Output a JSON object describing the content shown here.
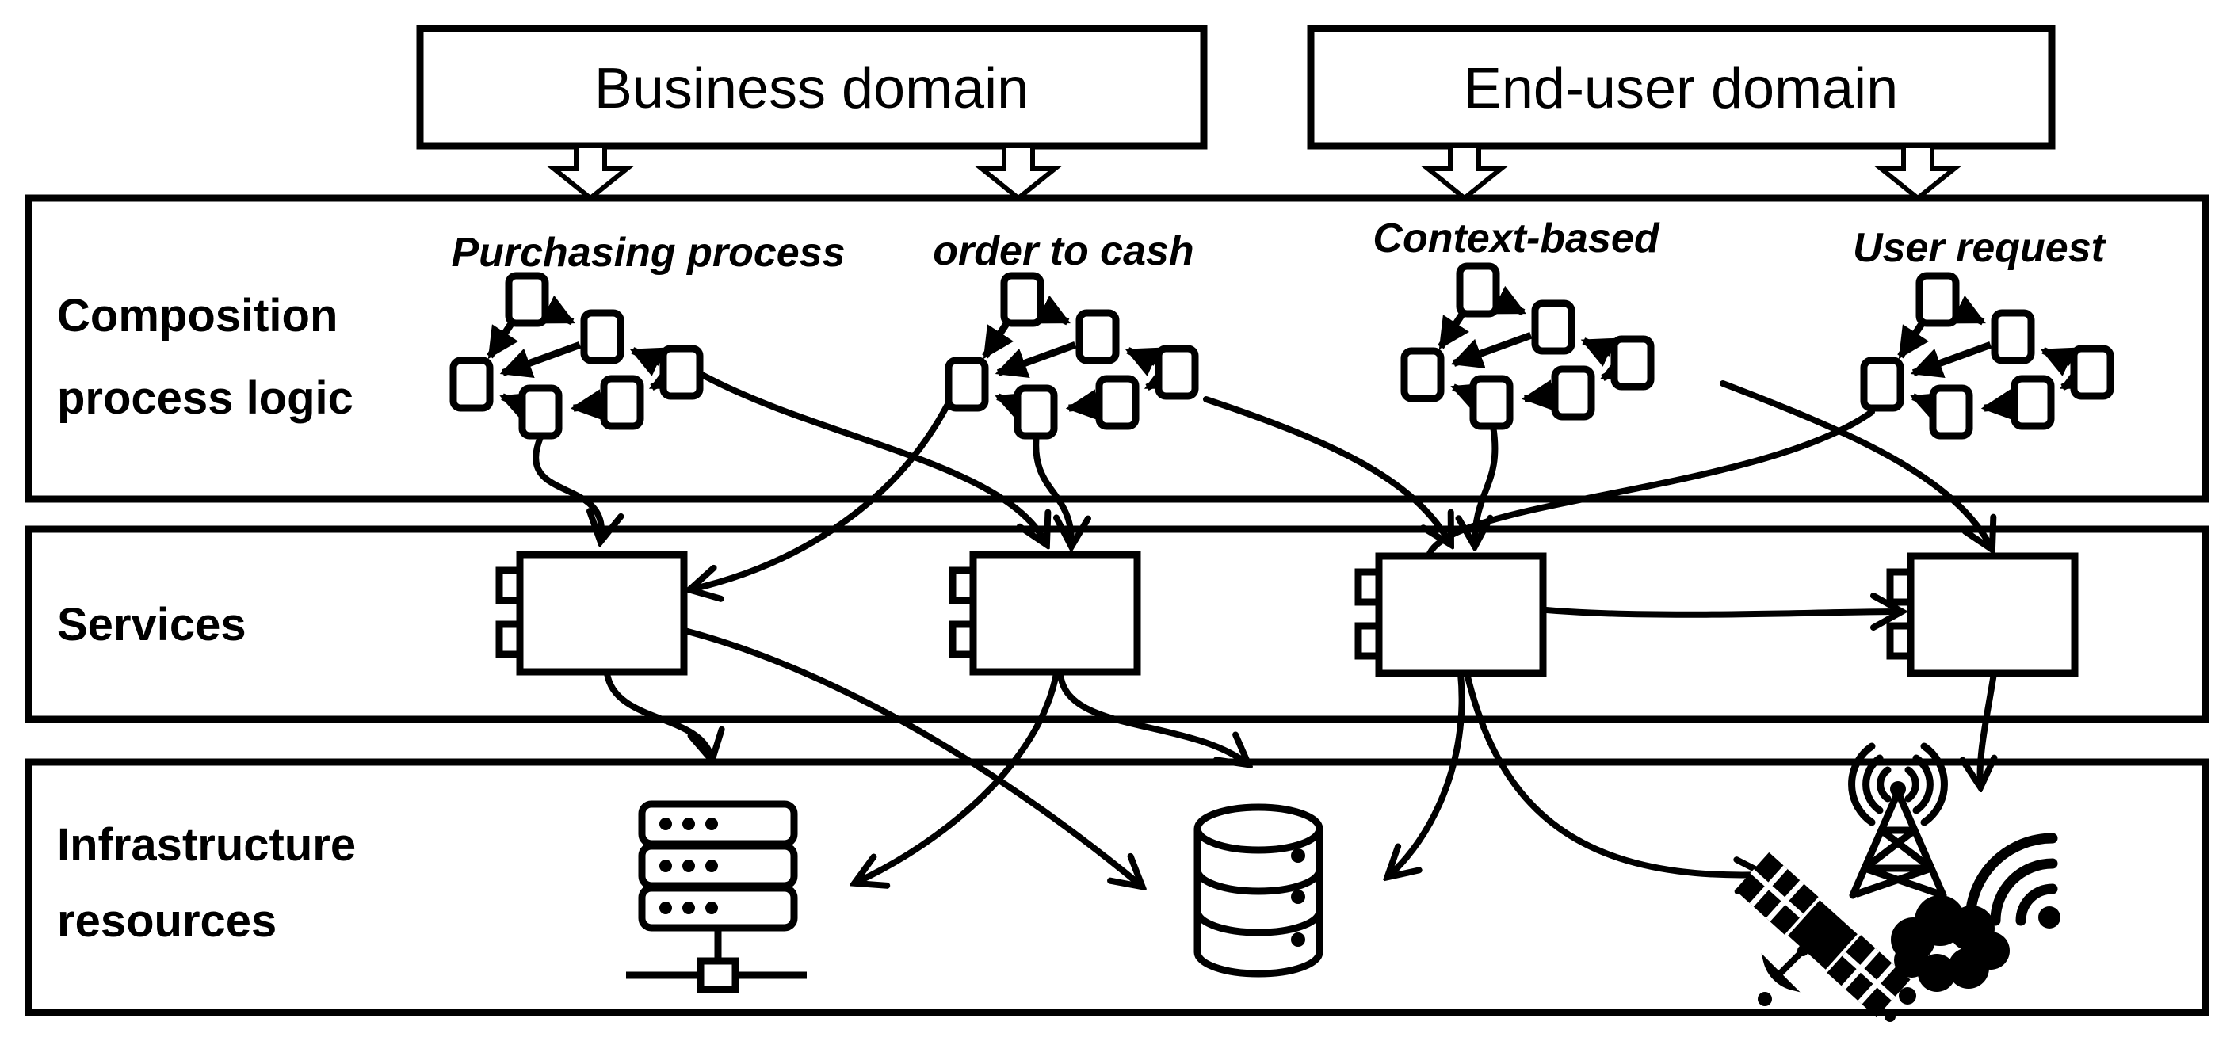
{
  "domains": {
    "business": {
      "label": "Business domain"
    },
    "end_user": {
      "label": "End-user domain"
    }
  },
  "layers": {
    "composition": {
      "label_line1": "Composition",
      "label_line2": "process logic"
    },
    "services": {
      "label": "Services"
    },
    "infrastructure": {
      "label_line1": "Infrastructure",
      "label_line2": "resources"
    }
  },
  "processes": [
    {
      "id": "purchasing",
      "label": "Purchasing process",
      "domain": "business",
      "nodes": [
        "n1",
        "n2",
        "n3",
        "n4",
        "n5",
        "n6"
      ],
      "edges": [
        [
          "n1",
          "n2"
        ],
        [
          "n1",
          "n3"
        ],
        [
          "n2",
          "n3"
        ],
        [
          "n4",
          "n2"
        ],
        [
          "n4",
          "n5"
        ],
        [
          "n5",
          "n6"
        ],
        [
          "n6",
          "n3"
        ]
      ]
    },
    {
      "id": "order_to_cash",
      "label": "order to cash",
      "domain": "business",
      "nodes": [
        "n1",
        "n2",
        "n3",
        "n4",
        "n5",
        "n6"
      ],
      "edges": [
        [
          "n1",
          "n2"
        ],
        [
          "n1",
          "n3"
        ],
        [
          "n2",
          "n3"
        ],
        [
          "n4",
          "n2"
        ],
        [
          "n4",
          "n5"
        ],
        [
          "n5",
          "n6"
        ],
        [
          "n6",
          "n3"
        ]
      ]
    },
    {
      "id": "context_based",
      "label": "Context-based",
      "domain": "end_user",
      "nodes": [
        "n1",
        "n2",
        "n3",
        "n4",
        "n5",
        "n6"
      ],
      "edges": [
        [
          "n1",
          "n2"
        ],
        [
          "n1",
          "n3"
        ],
        [
          "n2",
          "n3"
        ],
        [
          "n4",
          "n2"
        ],
        [
          "n4",
          "n5"
        ],
        [
          "n5",
          "n6"
        ],
        [
          "n6",
          "n3"
        ]
      ]
    },
    {
      "id": "user_request",
      "label": "User request",
      "domain": "end_user",
      "nodes": [
        "n1",
        "n2",
        "n3",
        "n4",
        "n5",
        "n6"
      ],
      "edges": [
        [
          "n1",
          "n2"
        ],
        [
          "n1",
          "n3"
        ],
        [
          "n2",
          "n3"
        ],
        [
          "n4",
          "n2"
        ],
        [
          "n4",
          "n5"
        ],
        [
          "n5",
          "n6"
        ],
        [
          "n6",
          "n3"
        ]
      ]
    }
  ],
  "services_layer": {
    "components": [
      {
        "id": "s1"
      },
      {
        "id": "s2"
      },
      {
        "id": "s3"
      },
      {
        "id": "s4"
      }
    ]
  },
  "infrastructure_layer": {
    "resources": [
      {
        "id": "server",
        "icon": "server-rack-icon"
      },
      {
        "id": "database",
        "icon": "database-icon"
      },
      {
        "id": "telecom",
        "icon": "radio-tower-icon wifi-signal-icon satellite-icon cloud-icon"
      }
    ]
  },
  "links": {
    "domain_to_composition": [
      {
        "from": "business"
      },
      {
        "from": "business"
      },
      {
        "from": "end_user"
      },
      {
        "from": "end_user"
      }
    ],
    "composition_to_services": [
      {
        "from": "purchasing.n6",
        "to": "s1.top"
      },
      {
        "from": "purchasing.n4",
        "to": "s2.top"
      },
      {
        "from": "order_to_cash.n3",
        "to": "s1.right"
      },
      {
        "from": "order_to_cash.n6",
        "to": "s2.top"
      },
      {
        "from": "order_to_cash.n4",
        "to": "s3.top"
      },
      {
        "from": "context_based.n6",
        "to": "s3.top"
      },
      {
        "from": "context_based.n4",
        "to": "s4.top"
      },
      {
        "from": "user_request.n3",
        "to": "s4.left"
      }
    ],
    "services_to_infrastructure": [
      {
        "from": "s1.bottom",
        "to": "server.top"
      },
      {
        "from": "s1.right",
        "to": "database.left"
      },
      {
        "from": "s2.bottom",
        "to": "database.top"
      },
      {
        "from": "s2.bottom",
        "to": "server.right"
      },
      {
        "from": "s3.bottom",
        "to": "database.right"
      },
      {
        "from": "s3.bottom",
        "to": "telecom.left"
      },
      {
        "from": "s4.bottom",
        "to": "telecom.top"
      }
    ]
  },
  "colors": {
    "ink": "#000000",
    "background": "#ffffff"
  }
}
